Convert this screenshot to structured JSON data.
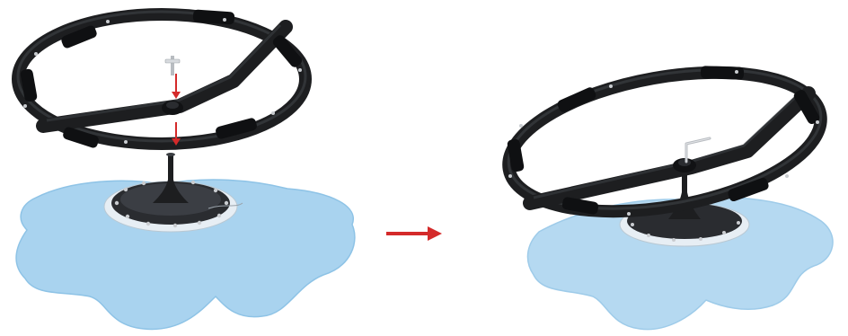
{
  "figure": {
    "panels": [
      {
        "id": "before",
        "icon": "ring-base-assembly-exploded"
      },
      {
        "id": "after",
        "icon": "ring-base-assembly-installed"
      }
    ],
    "transition_icon": "right-arrow-icon",
    "colors": {
      "pad": "#a9d3ef",
      "pad_edge": "#8ec3e6",
      "frame": "#1d1e20",
      "frame_highlight": "#3a3d42",
      "arrow": "#d42a2a",
      "metal": "#c9ccd0"
    }
  }
}
